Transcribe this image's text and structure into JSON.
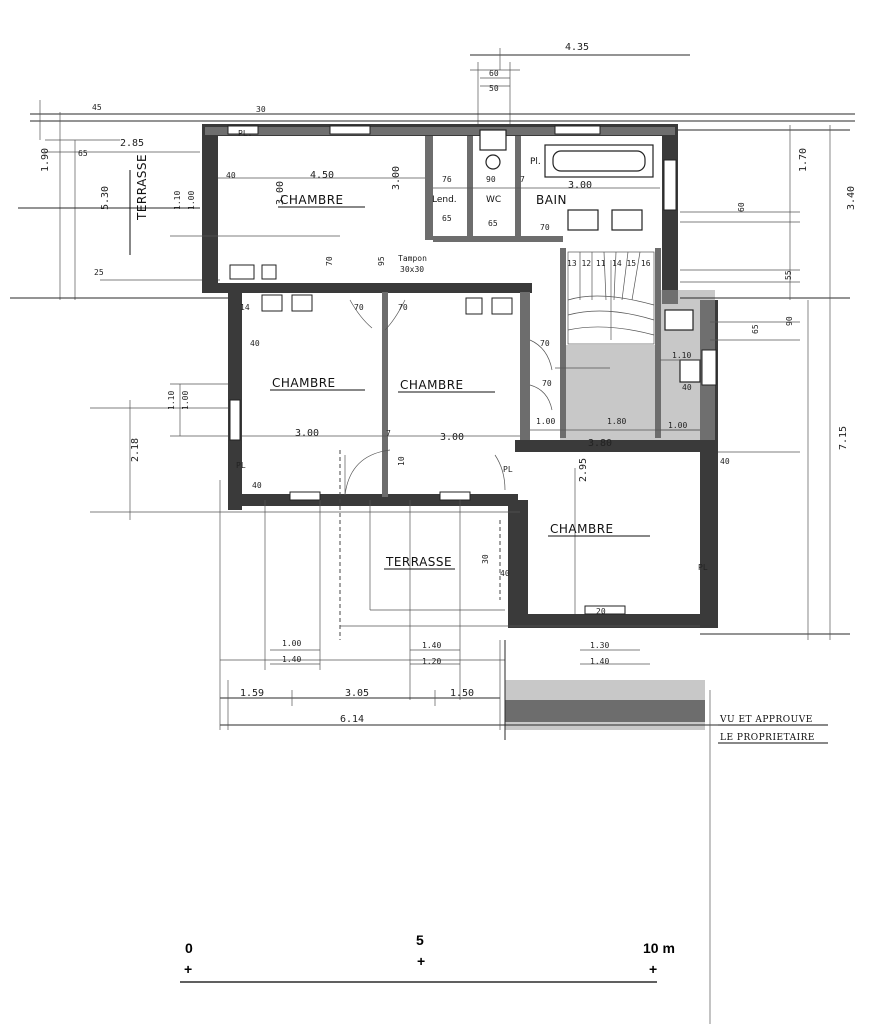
{
  "rooms": {
    "chambre_top": "CHAMBRE",
    "chambre_left": "CHAMBRE",
    "chambre_mid": "CHAMBRE",
    "chambre_right": "CHAMBRE",
    "wc": "WC",
    "bain": "BAIN",
    "lend": "Lend.",
    "terrasse_left": "TERRASSE",
    "terrasse_bottom": "TERRASSE"
  },
  "labels": {
    "pl_top_left": "PL.",
    "pl_top": "Pl.",
    "pl_left": "PL",
    "pl_mid": "PL",
    "pl_right": "PL",
    "tampon": "Tampon",
    "tampon_size": "30x30",
    "stamp_line1": "VU ET APPROUVE",
    "stamp_line2": "LE PROPRIETAIRE"
  },
  "dims": {
    "d_435": "4.35",
    "d_60": "60",
    "d_50": "50",
    "d_285": "2.85",
    "d_190": "1.90",
    "d_45a": "45",
    "d_65": "65",
    "d_530": "5.30",
    "d_25": "25",
    "d_30": "30",
    "d_450": "4.50",
    "d_40a": "40",
    "d_110a": "1.10",
    "d_100a": "1.00",
    "d_300a": "3.00",
    "d_300b": "3.00",
    "d_76": "76",
    "d_90a": "90",
    "d_7a": "7",
    "d_65b": "65",
    "d_65c": "65",
    "d_70a": "70",
    "d_300c": "3.00",
    "d_170": "1.70",
    "d_340": "3.40",
    "d_70b": "70",
    "d_95": "95",
    "d_70c": "70",
    "d_70d": "70",
    "d_70e": "70",
    "d_70f": "70",
    "d_40b": "40",
    "d_14": "14",
    "d_1311": "13 12 11",
    "d_1416": "14 15 16",
    "d_60b": "60",
    "d_55": "55",
    "d_90b": "90",
    "d_65d": "65",
    "d_110b": "1.10",
    "d_110c": "1.10",
    "d_100b": "1.00",
    "d_40c": "40",
    "d_218": "2.18",
    "d_300d": "3.00",
    "d_7b": "7",
    "d_300e": "3.00",
    "d_100c": "1.00",
    "d_180": "1.80",
    "d_100d": "1.00",
    "d_380": "3.80",
    "d_715": "7.15",
    "d_40d": "40",
    "d_40e": "40",
    "d_10": "10",
    "d_295": "2.95",
    "d_30b": "30",
    "d_100e": "1.00",
    "d_140a": "1.40",
    "d_140b": "1.40",
    "d_120": "1.20",
    "d_130": "1.30",
    "d_140c": "1.40",
    "d_159": "1.59",
    "d_305": "3.05",
    "d_150": "1.50",
    "d_614": "6.14",
    "d_40f": "40",
    "d_20": "20"
  },
  "scale_bar": {
    "mark0": "0",
    "mark5": "5",
    "mark10": "10 m",
    "plus": "+"
  }
}
